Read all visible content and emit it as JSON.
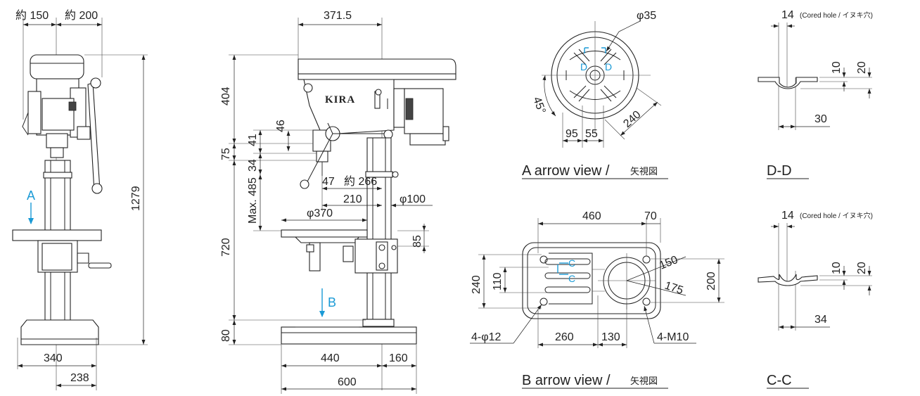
{
  "front_view": {
    "dims": {
      "approx_150": "約 150",
      "approx_200": "約 200",
      "total_height": "1279",
      "base_width": "340",
      "base_offset": "238"
    },
    "arrow_a": "A"
  },
  "side_view": {
    "logo": "KIRA",
    "dims": {
      "head_width": "371.5",
      "head_height": "404",
      "d46": "46",
      "d41": "41",
      "d75": "75",
      "d34": "34",
      "max_485": "Max. 485",
      "d720": "720",
      "d80": "80",
      "d47": "47",
      "approx_266": "約 266",
      "d210": "210",
      "phi100": "φ100",
      "phi370": "φ370",
      "d85": "85",
      "d440": "440",
      "d160": "160",
      "d600": "600"
    },
    "arrow_b": "B"
  },
  "a_view": {
    "dims": {
      "phi35": "φ35",
      "deg45": "45°",
      "d240": "240",
      "d95": "95",
      "d55": "55"
    },
    "labels": {
      "d1": "D",
      "d2": "D"
    },
    "caption": "A arrow view /",
    "caption_jp": "矢視図"
  },
  "b_view": {
    "dims": {
      "d460": "460",
      "d70": "70",
      "d240": "240",
      "d110": "110",
      "d200": "200",
      "d150": "150",
      "d175": "175",
      "d260": "260",
      "d130": "130",
      "phi12": "4-φ12",
      "m10": "4-M10"
    },
    "labels": {
      "c1": "C",
      "c2": "C"
    },
    "caption": "B arrow view /",
    "caption_jp": "矢視図"
  },
  "dd_section": {
    "dims": {
      "d14": "14",
      "note": "(Cored hole / イヌキ穴)",
      "d10": "10",
      "d20": "20",
      "d30": "30"
    },
    "caption": "D-D"
  },
  "cc_section": {
    "dims": {
      "d14": "14",
      "note": "(Cored hole / イヌキ穴)",
      "d10": "10",
      "d20": "20",
      "d34": "34"
    },
    "caption": "C-C"
  }
}
